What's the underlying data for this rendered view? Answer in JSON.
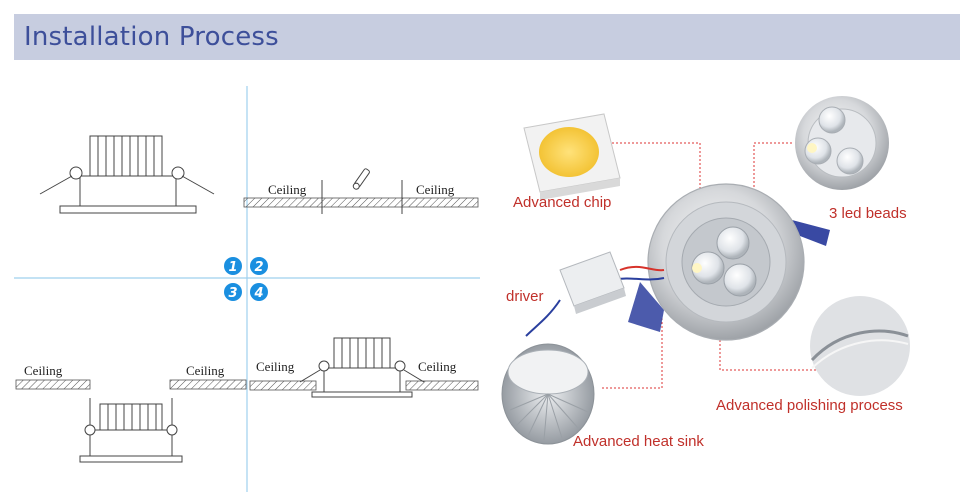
{
  "header": {
    "title": "Installation Process"
  },
  "installation": {
    "ceiling_label": "Ceiling",
    "step_numbers": [
      "1",
      "2",
      "3",
      "4"
    ]
  },
  "features": {
    "chip": "Advanced chip",
    "beads": "3 led beads",
    "driver": "driver",
    "polishing": "Advanced polishing process",
    "heat_sink": "Advanced heat sink"
  },
  "colors": {
    "header_bg": "#c7cde0",
    "header_text": "#3d4f9a",
    "step_badge": "#1a8fe0",
    "label_red": "#c0302a",
    "guide_line": "#9fd0ee"
  }
}
